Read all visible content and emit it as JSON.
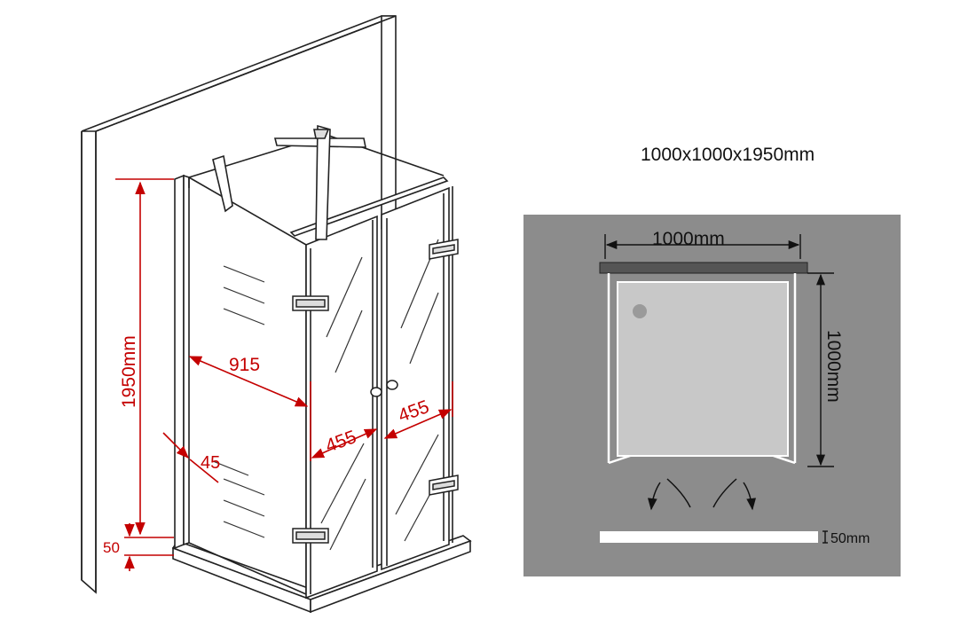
{
  "spec_title": "1000x1000x1950mm",
  "iso_dims": {
    "height": "1950mm",
    "side_width": "915",
    "offset": "45",
    "door_left": "455",
    "door_right": "455",
    "base_height": "50"
  },
  "plan_dims": {
    "width": "1000mm",
    "depth": "1000mm",
    "tray_height": "50mm"
  },
  "colors": {
    "dimension": "#c40000",
    "line": "#222222",
    "panel_bg": "#8c8c8c",
    "tray": "#c8c8c8",
    "wall_bar": "#555555"
  }
}
